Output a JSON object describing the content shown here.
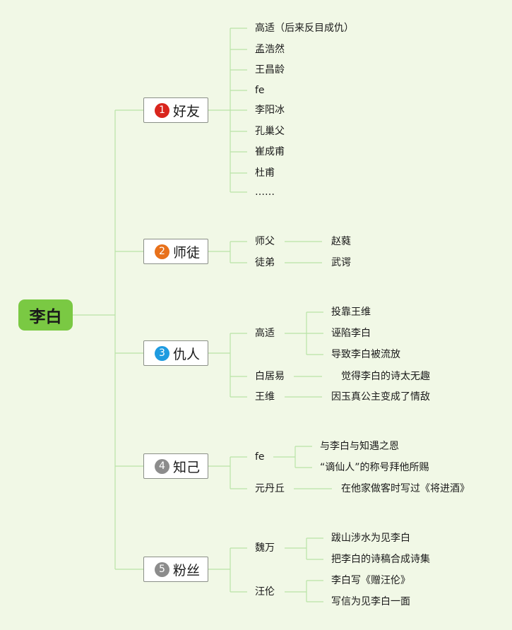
{
  "root": {
    "label": "李白"
  },
  "badges": {
    "c1": {
      "number": "1",
      "color": "#d9251d"
    },
    "c2": {
      "number": "2",
      "color": "#e8711b"
    },
    "c3": {
      "number": "3",
      "color": "#1e9be0"
    },
    "c4": {
      "number": "4",
      "color": "#8c8c8c"
    },
    "c5": {
      "number": "5",
      "color": "#8c8c8c"
    }
  },
  "categories": {
    "c1": "好友",
    "c2": "师徒",
    "c3": "仇人",
    "c4": "知己",
    "c5": "粉丝"
  },
  "friends": [
    "高适（后来反目成仇）",
    "孟浩然",
    "王昌龄",
    "fe",
    "李阳冰",
    "孔巢父",
    "崔成甫",
    "杜甫",
    "……"
  ],
  "mentor": {
    "teacher": "师父",
    "teacher_name": "赵蕤",
    "student": "徒弟",
    "student_name": "武谔"
  },
  "enemies": {
    "gaoshi": "高适",
    "gaoshi_items": [
      "投靠王维",
      "诬陷李白",
      "导致李白被流放"
    ],
    "bai": "白居易",
    "bai_note": "觉得李白的诗太无趣",
    "wangwei": "王维",
    "wangwei_note": "因玉真公主变成了情敌"
  },
  "confidants": {
    "fe": "fe",
    "fe_items": [
      "与李白与知遇之恩",
      "“谪仙人”的称号拜他所赐"
    ],
    "yuan": "元丹丘",
    "yuan_note": "在他家做客时写过《将进酒》"
  },
  "fans": {
    "weiwan": "魏万",
    "weiwan_items": [
      "跋山涉水为见李白",
      "把李白的诗稿合成诗集"
    ],
    "wanglun": "汪伦",
    "wanglun_items": [
      "李白写《赠汪伦》",
      "写信为见李白一面"
    ]
  },
  "colors": {
    "line": "#b9e3a6",
    "root": "#7ac943",
    "background": "#f1f8e6"
  }
}
